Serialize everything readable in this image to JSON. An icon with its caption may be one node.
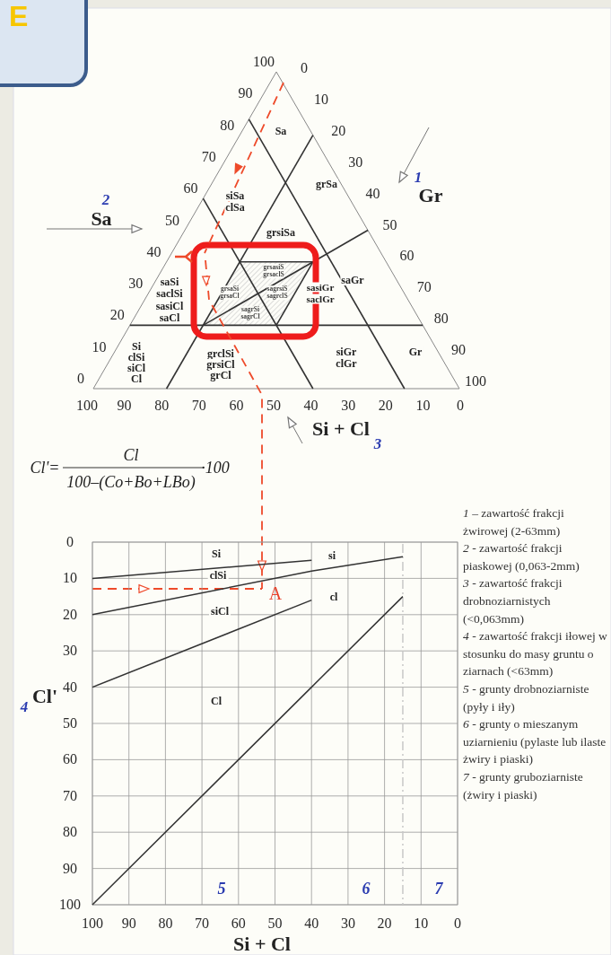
{
  "diagram": {
    "nodes": [
      {
        "text": [
          "E"
        ]
      }
    ],
    "labels": [
      "100",
      "90",
      "80",
      "70",
      "60",
      "50",
      "40",
      "30",
      "20",
      "10",
      "0",
      "0",
      "10",
      "20",
      "30",
      "40",
      "50",
      "60",
      "70",
      "80",
      "90",
      "100",
      "100",
      "90",
      "80",
      "70",
      "60",
      "50",
      "40",
      "30",
      "20",
      "10",
      "0",
      "2",
      "Sa",
      "1",
      "Gr",
      "Si + Cl",
      "3",
      "Sa",
      "siSa",
      "clSa",
      "grSa",
      "grsiSa",
      "grsasiS",
      "grsaclS",
      "grsaSi",
      "grsaCl",
      "sagrsiS",
      "sagrclS",
      "sagrSi",
      "sagrCl",
      "saSi",
      "saclSi",
      "sasiCl",
      "saCl",
      "sasiGr",
      "saclGr",
      "saGr",
      "Si",
      "clSi",
      "siCl",
      "Cl",
      "grclSi",
      "grsiCl",
      "grCl",
      "siGr",
      "clGr",
      "Gr",
      "Cl'=",
      "Cl",
      "100–(Co+Bo+LBo)",
      "·100",
      "Si",
      "si",
      "clSi",
      "cl",
      "siCl",
      "Cl",
      "5",
      "6",
      "7",
      "4",
      "A",
      "*1* – zawartość frakcji żwirowej (2-63mm)",
      "*2* - zawartość frakcji piaskowej (0,063-2mm)",
      "*3* - zawartość frakcji drobnoziarnistych (<0,063mm)",
      "*4* - zawartość frakcji iłowej w stosunku do masy gruntu o ziarnach (<63mm)",
      "*5* - grunty drobnoziarniste (pyły i iły)",
      "*6* - grunty o mieszanym uziarnieniu (pylaste lub ilaste żwiry i piaski)",
      "*7* - grunty gruboziarniste (żwiry i piaski)"
    ],
    "chart_data": {
      "type": "line",
      "xlabel": "Si + Cl",
      "ylabel": "Cl'",
      "x": [
        100,
        40,
        15
      ],
      "series": [
        {
          "color": "#333333",
          "values": [
            10,
            5,
            null
          ]
        },
        {
          "color": "#333333",
          "values": [
            20,
            8,
            4
          ]
        },
        {
          "color": "#333333",
          "values": [
            40,
            16,
            null
          ]
        },
        {
          "color": "#333333",
          "values": [
            100,
            40,
            15
          ]
        }
      ],
      "xlim": [
        100,
        0
      ],
      "ylim": [
        100,
        0
      ],
      "grid": true,
      "ref_lines": [
        {
          "axis": "x",
          "value": 15,
          "color": "#c8c8c8"
        }
      ],
      "xticks": [
        100,
        90,
        80,
        70,
        60,
        50,
        40,
        30,
        20,
        10,
        0
      ],
      "yticks": [
        0,
        10,
        20,
        30,
        40,
        50,
        60,
        70,
        80,
        90,
        100
      ]
    }
  }
}
